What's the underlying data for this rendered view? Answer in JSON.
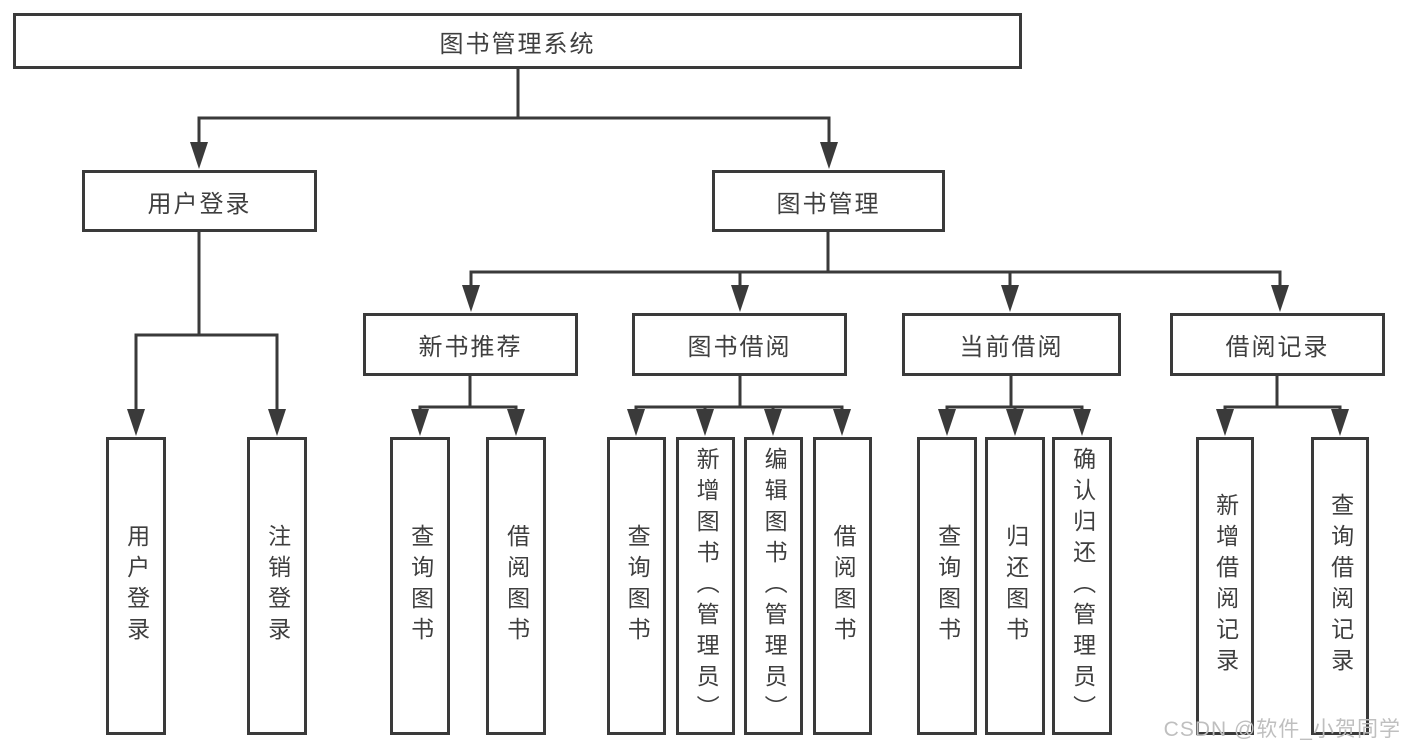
{
  "colors": {
    "stroke": "#3a3a3a",
    "text": "#3f3f3f",
    "box_fill": "#ffffff",
    "background": "#ffffff",
    "watermark_text_color": "#bfbfbf"
  },
  "watermark": {
    "text": "CSDN @软件_小贺同学"
  },
  "tree": {
    "root": {
      "label": "图书管理系统"
    },
    "branches": [
      {
        "label": "用户登录",
        "leaves": [
          {
            "label": "用户登录"
          },
          {
            "label": "注销登录"
          }
        ]
      },
      {
        "label": "图书管理",
        "groups": [
          {
            "label": "新书推荐",
            "leaves": [
              {
                "label": "查询图书"
              },
              {
                "label": "借阅图书"
              }
            ]
          },
          {
            "label": "图书借阅",
            "leaves": [
              {
                "label": "查询图书"
              },
              {
                "label": "新增图书（管理员）"
              },
              {
                "label": "编辑图书（管理员）"
              },
              {
                "label": "借阅图书"
              }
            ]
          },
          {
            "label": "当前借阅",
            "leaves": [
              {
                "label": "查询图书"
              },
              {
                "label": "归还图书"
              },
              {
                "label": "确认归还（管理员）"
              }
            ]
          },
          {
            "label": "借阅记录",
            "leaves": [
              {
                "label": "新增借阅记录"
              },
              {
                "label": "查询借阅记录"
              }
            ]
          }
        ]
      }
    ]
  }
}
